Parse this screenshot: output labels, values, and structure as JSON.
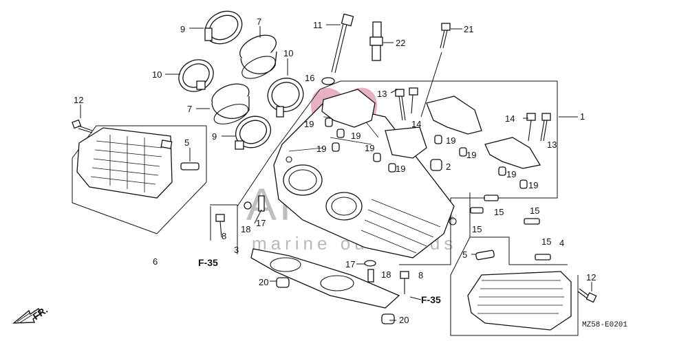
{
  "labels": {
    "l1": "1",
    "l2": "2",
    "l3": "3",
    "l4": "4",
    "l5a": "5",
    "l5b": "5",
    "l6": "6",
    "l7a": "7",
    "l7b": "7",
    "l8": "8",
    "l9a": "9",
    "l9b": "9",
    "l10a": "10",
    "l10b": "10",
    "l11": "11",
    "l12a": "12",
    "l12b": "12",
    "l13a": "13",
    "l13b": "13",
    "l14a": "14",
    "l14b": "14",
    "l15a": "15",
    "l15b": "15",
    "l15c": "15",
    "l15d": "15",
    "l16": "16",
    "l17a": "17",
    "l17b": "17",
    "l18a": "18",
    "l18b": "18",
    "l19a": "19",
    "l19b": "19",
    "l19c": "19",
    "l19d": "19",
    "l19e": "19",
    "l19f": "19",
    "l19g": "19",
    "l19h": "19",
    "l20a": "20",
    "l20b": "20",
    "l21": "21",
    "l22": "22"
  },
  "refs": {
    "f35a": "F-35",
    "f35b": "F-35"
  },
  "front_arrow": "FR.",
  "diagram_code": "MZ58-E0201",
  "watermark": {
    "brand": "ARMADA",
    "tagline": "marine outboards"
  },
  "colors": {
    "logo_pink": "#e3a4b8",
    "line": "#111111",
    "watermark": "#8a8a8a"
  }
}
